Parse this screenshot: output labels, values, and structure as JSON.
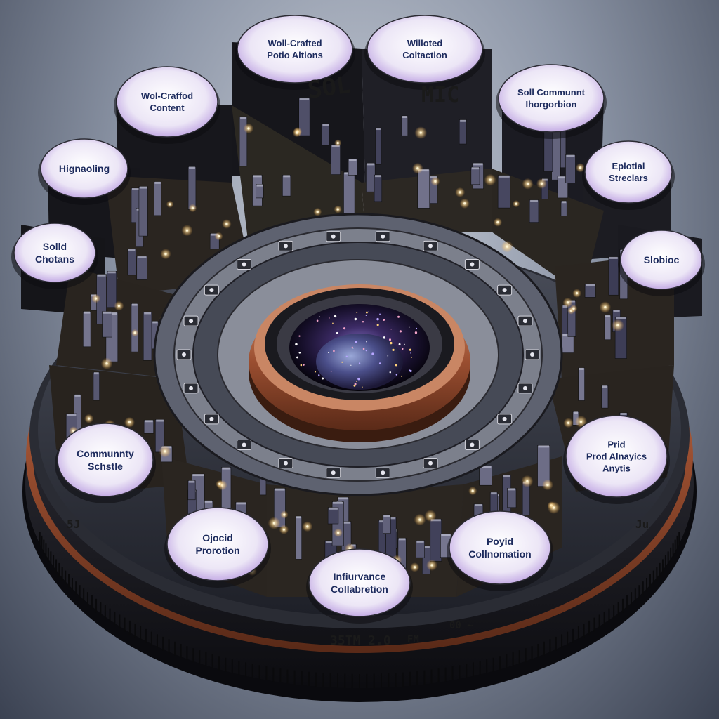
{
  "labels": [
    {
      "id": "well-crafted-content",
      "line1": "Wol-Craffod",
      "line2": "Content"
    },
    {
      "id": "well-crafted-posts",
      "line1": "Woll-Crafted",
      "line2": "Potio Altions"
    },
    {
      "id": "willoted-collections",
      "line1": "Willoted",
      "line2": "Coltaction"
    },
    {
      "id": "soll-community-integration",
      "line1": "Soll Communnt",
      "line2": "Ihorgorbion"
    },
    {
      "id": "hignaoling",
      "line1": "Hignaoling",
      "line2": ""
    },
    {
      "id": "eplofial-structures",
      "line1": "Eplotial",
      "line2": "Streclars"
    },
    {
      "id": "solld-chotans",
      "line1": "Solld",
      "line2": "Chotans"
    },
    {
      "id": "slobioc",
      "line1": "Slobioc",
      "line2": ""
    },
    {
      "id": "community-schedule",
      "line1": "Communnty",
      "line2": "Schstle"
    },
    {
      "id": "paid-analytics",
      "line1": "Prid",
      "line2": "Prod Alnayics",
      "line3": "Anytis"
    },
    {
      "id": "oxjocid-promotion",
      "line1": "Ojocid",
      "line2": "Prorotion"
    },
    {
      "id": "poyid-collaboration",
      "line1": "Poyid",
      "line2": "Collnomation"
    },
    {
      "id": "influence-collaboration",
      "line1": "Infiurvance",
      "line2": "Collabretion"
    }
  ],
  "ring": {
    "model_text": "35TM 2.0",
    "mark_left": "FM",
    "mark_right": "00 ~",
    "side_left": "5J",
    "side_right": "Ju"
  },
  "panel_marks": [
    "SOL",
    "MIC"
  ],
  "colors": {
    "bubble": "#efeaf7",
    "bubble_glow": "#b99be0",
    "label_ink": "#1c2a5c",
    "block": "#16161b",
    "copper": "#a45a3a",
    "lens_core": "#2a1c4a"
  }
}
